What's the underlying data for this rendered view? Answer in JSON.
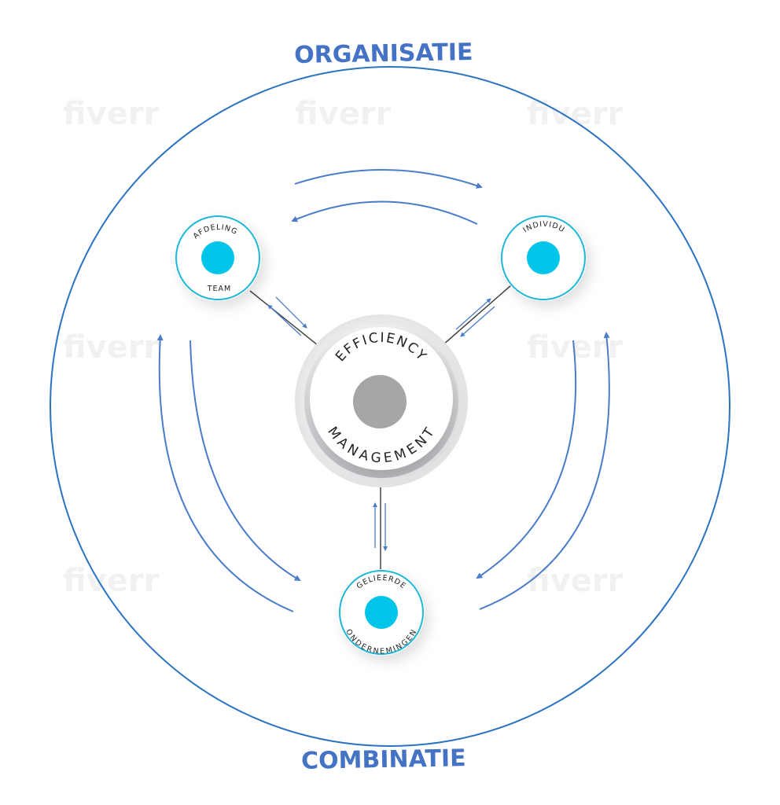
{
  "titles": {
    "top": "ORGANISATIE",
    "bottom": "COMBINATIE"
  },
  "center": {
    "label_top": "EFFICIENCY",
    "label_bottom": "MANAGEMENT"
  },
  "nodes": {
    "afdeling": {
      "label_top": "AFDELING",
      "label_bottom": "TEAM"
    },
    "individu": {
      "label_top": "INDIVIDU"
    },
    "gelieerde": {
      "label_top": "GELIEERDE",
      "label_bottom": "ONDERNEMINGEN"
    }
  },
  "watermark": {
    "text": "fiverr"
  },
  "colors": {
    "title_blue": "#4472c4",
    "outer_ring": "#2b73c2",
    "arrow_blue": "#4a7cc9",
    "node_ring": "#1cb8d6",
    "node_dot": "#00c5e8",
    "center_dot": "#a6a6a8",
    "connector": "#444444"
  }
}
